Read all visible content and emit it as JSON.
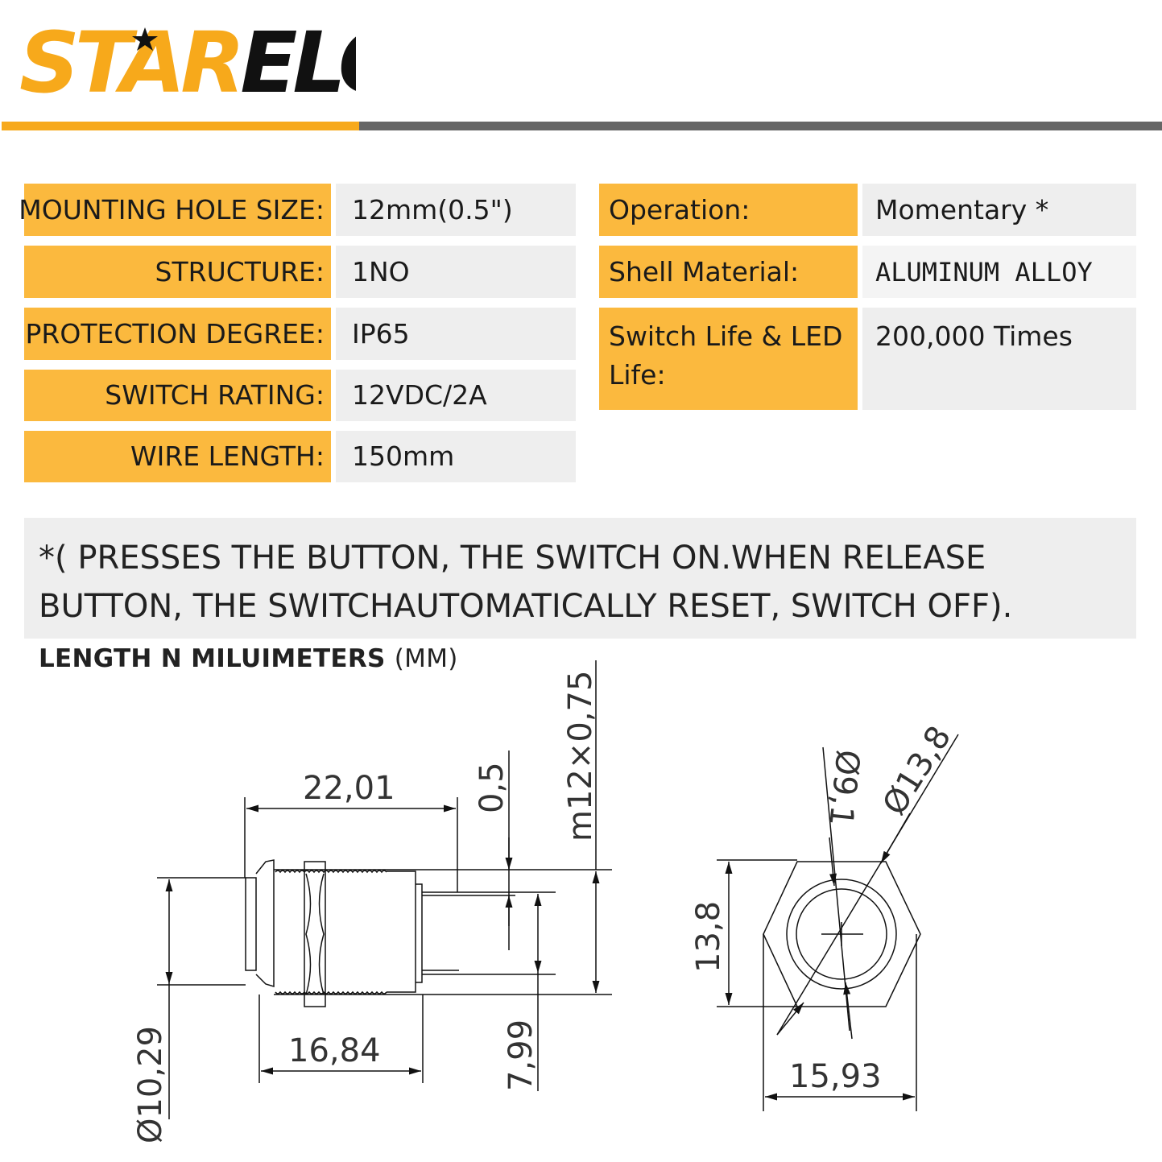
{
  "brand": {
    "logo_left": "ST",
    "logo_mid": "AR",
    "logo_right": "ELO"
  },
  "specs_left": [
    {
      "label": "MOUNTING HOLE SIZE:",
      "value": "12mm(0.5\")"
    },
    {
      "label": "STRUCTURE:",
      "value": "1NO"
    },
    {
      "label": "PROTECTION DEGREE:",
      "value": "IP65"
    },
    {
      "label": "SWITCH RATING:",
      "value": "12VDC/2A"
    },
    {
      "label": "WIRE LENGTH:",
      "value": "150mm"
    }
  ],
  "specs_right": [
    {
      "label": "Operation:",
      "value": "Momentary *"
    },
    {
      "label": "Shell Material:",
      "value": "ALUMINUM ALLOY"
    },
    {
      "label": "Switch Life & LED Life:",
      "value": "200,000 Times"
    }
  ],
  "note": "*( PRESSES THE BUTTON, THE SWITCH ON.WHEN RELEASE BUTTON, THE SWITCHAUTOMATICALLY RESET, SWITCH OFF).",
  "units": {
    "bold": "LENGTH N MILUIMETERS",
    "normal": "(MM)"
  },
  "dimensions": {
    "total_length": "22,01",
    "thread_length": "16,84",
    "gap": "0,5",
    "thread": "m12×0,75",
    "pin_spacing": "7,99",
    "cap_diameter": "Ø10,29",
    "hex_height": "13,8",
    "inner_diameter": "Ø9,1",
    "outer_diameter": "Ø13,8",
    "hex_width": "15,93"
  },
  "colors": {
    "accent": "#f7a91b",
    "label_bg": "#fbb93e",
    "value_bg": "#eeeeee",
    "gray_bar": "#666666"
  }
}
